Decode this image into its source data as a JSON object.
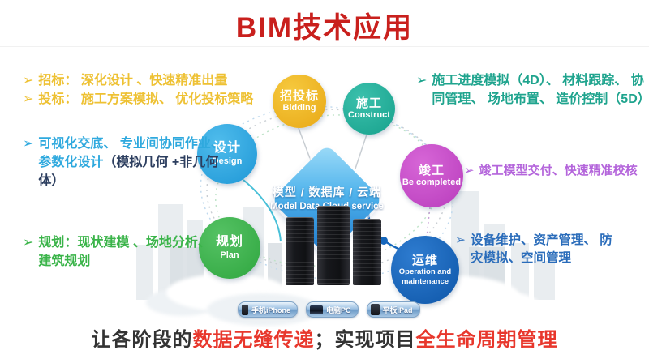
{
  "title": {
    "text": "BIM技术应用",
    "color": "#C9201D"
  },
  "glyphs": {
    "arrow": "➢"
  },
  "bullets": {
    "bid_tender": {
      "line1": "招标： 深化设计 、快速精准出量",
      "line2": "投标： 施工方案模拟、 优化投标策略",
      "color": "#EEC133"
    },
    "design": {
      "main": "可视化交底、 专业间协同作业、 参数化设计",
      "paren": "（模拟几何 +非几何体）",
      "color": "#2FA9DE",
      "paren_color": "#2C3E5F"
    },
    "plan": {
      "text": "规划：现状建模 、场地分析、 建筑规划",
      "color": "#3BB44A"
    },
    "construct": {
      "text": "施工进度模拟（4D）、 材料跟踪、 协同管理、 场地布置、 造价控制（5D）",
      "color": "#1FA48E"
    },
    "completed": {
      "text": "竣工模型交付、快速精准校核",
      "color": "#B465DB"
    },
    "operation": {
      "text": "设备维护、资产管理、 防灾模拟、空间管理",
      "color": "#2A6CBA"
    }
  },
  "nodes": {
    "bidding": {
      "zh": "招投标",
      "en": "Bidding",
      "color": "#F0B525"
    },
    "construct": {
      "zh": "施工",
      "en": "Construct",
      "color": "#25AF9B"
    },
    "design": {
      "zh": "设计",
      "en": "Design",
      "color": "#29A7E0"
    },
    "completed": {
      "zh": "竣工",
      "en": "Be completed",
      "color": "#C94FC9"
    },
    "plan": {
      "zh": "规划",
      "en": "Plan",
      "color": "#3BB44A"
    },
    "operation": {
      "zh": "运维",
      "en": "Operation and",
      "en2": "maintenance",
      "color": "#1566BB"
    }
  },
  "hub": {
    "zh": "模型 / 数据库 / 云端",
    "en": "Model  Data  Cloud service"
  },
  "devices": {
    "phone": "手机iPhone",
    "pc": "电脑PC",
    "pad": "平板iPad"
  },
  "footer": {
    "seg1": "让各阶段的",
    "seg2": "数据无缝传递",
    "seg3": "；实现项目",
    "seg4": "全生命周期管理",
    "base_color": "#333333",
    "accent_color": "#E8372C"
  }
}
